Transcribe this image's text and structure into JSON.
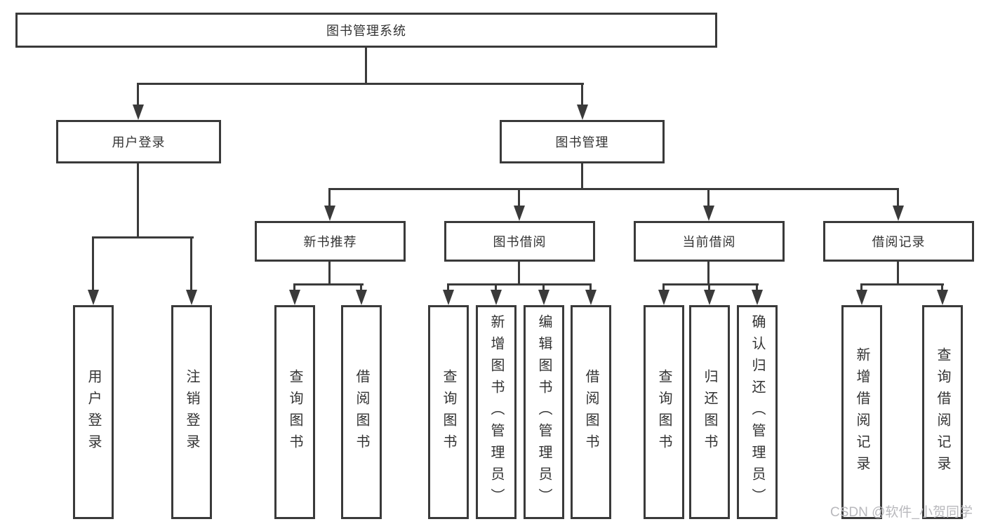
{
  "diagram": {
    "root_label": "图书管理系统",
    "branches": {
      "user_login": {
        "label": "用户登录",
        "children": [
          "用户登录",
          "注销登录"
        ]
      },
      "book_mgmt": {
        "label": "图书管理"
      },
      "new_books": {
        "label": "新书推荐",
        "children": [
          "查询图书",
          "借阅图书"
        ]
      },
      "book_borrow": {
        "label": "图书借阅",
        "children": [
          "查询图书",
          "新增图书（管理员）",
          "编辑图书（管理员）",
          "借阅图书"
        ]
      },
      "current_borrow": {
        "label": "当前借阅",
        "children": [
          "查询图书",
          "归还图书",
          "确认归还（管理员）"
        ]
      },
      "borrow_records": {
        "label": "借阅记录",
        "children": [
          "新增借阅记录",
          "查询借阅记录"
        ]
      }
    }
  },
  "watermark": {
    "text": "CSDN @软件_小贺同学"
  },
  "colors": {
    "line": "#3a3a3a",
    "text": "#333333",
    "background": "#ffffff",
    "watermark": "#b9b9bd"
  }
}
